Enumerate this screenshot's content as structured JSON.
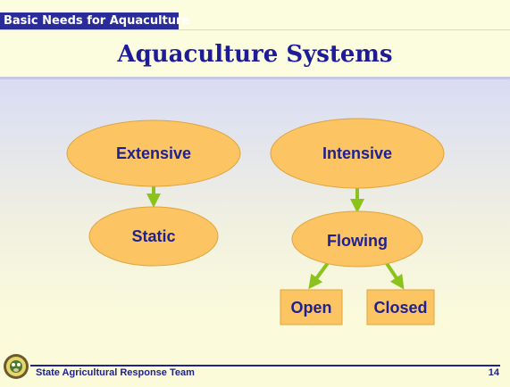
{
  "header": {
    "section_label": "Basic Needs for Aquaculture",
    "title": "Aquaculture Systems"
  },
  "diagram": {
    "nodes": {
      "extensive": "Extensive",
      "intensive": "Intensive",
      "static": "Static",
      "flowing": "Flowing",
      "open": "Open",
      "closed": "Closed"
    },
    "edges": [
      [
        "Extensive",
        "Static"
      ],
      [
        "Intensive",
        "Flowing"
      ],
      [
        "Flowing",
        "Open"
      ],
      [
        "Flowing",
        "Closed"
      ]
    ]
  },
  "footer": {
    "organization": "State Agricultural Response Team",
    "page_number": "14"
  },
  "colors": {
    "node_fill": "#fcc463",
    "node_stroke": "#dfa43b",
    "arrow": "#8cc21c",
    "title_text": "#1e1b96",
    "label_text": "#1d2191",
    "section_tab": "#2a2d99"
  }
}
